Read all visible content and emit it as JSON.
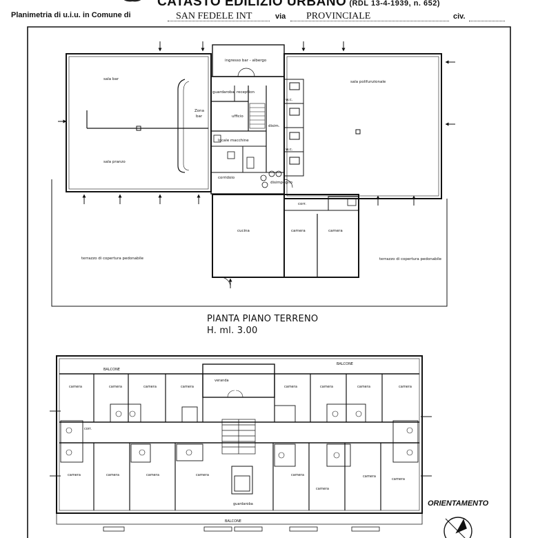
{
  "header": {
    "title": "CATASTO EDILIZIO URBANO",
    "law": "(RDL 13-4-1939, n. 652)",
    "planimetria_label": "Planimetria di u.i.u. in Comune di",
    "comune": "SAN FEDELE INT",
    "via_label": "via",
    "via": "PROVINCIALE",
    "civ_label": "civ."
  },
  "ground_floor": {
    "caption_title": "PIANTA PIANO TERRENO",
    "caption_height": "H. ml. 3.00",
    "rooms": {
      "sala_bar": "sala bar",
      "sala_pranzo": "sala pranzo",
      "ingresso": "ingresso bar - albergo",
      "guardaroba": "guardaroba",
      "reception": "reception",
      "zona_bar_1": "Zona",
      "zona_bar_2": "bar",
      "ufficio": "ufficio",
      "disim": "disim.",
      "locale_macchine": "locale macchine",
      "corridoio": "corridoio",
      "disimpegno": "disimpegno",
      "wc1": "w.c.",
      "wc2": "w.c.",
      "sala_polifunzionale": "sala polifunzionale",
      "cucina": "cucina",
      "corr": "corr.",
      "camera_a": "camera",
      "camera_b": "camera",
      "terrazzo_left": "terrazzo di copertura pedonabile",
      "terrazzo_right": "terrazzo di copertura pedonabile"
    }
  },
  "upper_floor": {
    "balcone_top_left": "BALCONE",
    "balcone_top_right": "BALCONE",
    "balcone_bottom": "BALCONE",
    "veranda": "veranda",
    "corr": "corr.",
    "guardaroba": "guardaroba",
    "camera": "camera"
  },
  "orientation": {
    "label": "ORIENTAMENTO"
  }
}
